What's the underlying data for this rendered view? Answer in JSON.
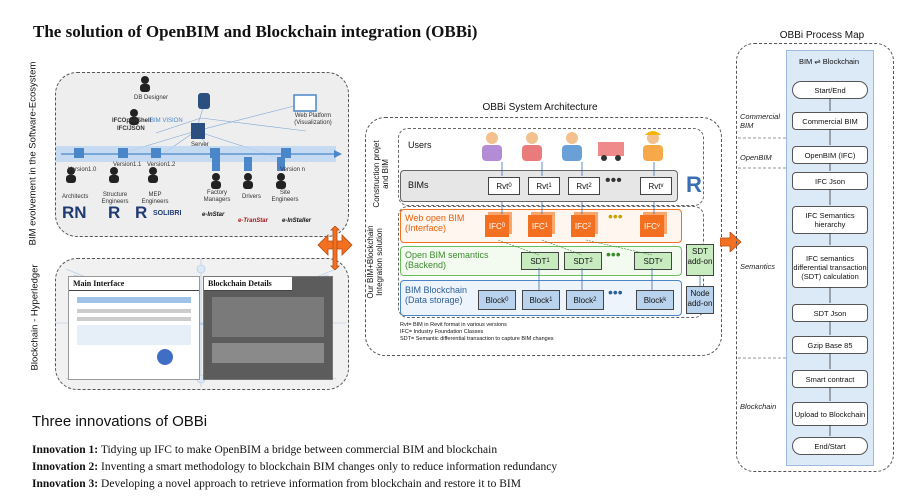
{
  "title": "The solution of  OpenBIM and Blockchain integration (OBBi)",
  "left_panel": {
    "bim_label": "BIM evolvement in the Software-Ecosystem",
    "blockchain_label": "Blockchain - Hyperledger",
    "roles": {
      "db_designer": "DB Designer",
      "ifc_openshell": "IFCOpenShell",
      "ifc_json": "IFC/JSON",
      "bim_vision": "BIM VISION",
      "web_platform": "Web Platform (Visualization)",
      "server": "Server",
      "architects": "Architects",
      "structure_engineers": "Structure Engineers",
      "mep_engineers": "MEP Engineers",
      "factory_managers": "Factory Managers",
      "drivers": "Drivers",
      "site_engineers": "Site Engineers"
    },
    "versions": [
      "Version1.0",
      "Version1.1",
      "Version1.2",
      "Version n"
    ],
    "logos": [
      "RN",
      "R",
      "R",
      "SOLIBRI",
      "e-InStar",
      "e-TranStar",
      "e-InStaller"
    ],
    "main_interface": "Main Interface",
    "blockchain_details": "Blockchain Details"
  },
  "architecture": {
    "title": "OBBi System Architecture",
    "group_top": "Construction projet and BIM",
    "group_bottom": "Our BIM+Blockchain Integration solution",
    "users": "Users",
    "bims": "BIMs",
    "web_open_bim": "Web open BIM (Interface)",
    "open_bim_semantics": "Open BIM semantics (Backend)",
    "bim_blockchain": "BIM Blockchain (Data storage)",
    "rvt": [
      "Rvt",
      "Rvt",
      "Rvt",
      "Rvt"
    ],
    "rvt_sub": [
      "0",
      "1",
      "2",
      "v"
    ],
    "ifc": [
      "IFC",
      "IFC",
      "IFC",
      "IFC"
    ],
    "ifc_sub": [
      "0",
      "1",
      "2",
      "v"
    ],
    "sdt": [
      "SDT",
      "SDT",
      "SDT"
    ],
    "sdt_sub": [
      "1",
      "2",
      "v"
    ],
    "blocks": [
      "Block",
      "Block",
      "Block",
      "Block"
    ],
    "block_sub": [
      "0",
      "1",
      "2",
      "k"
    ],
    "sdt_addon": "SDT add-on",
    "node_addon": "Node add-on",
    "notes": [
      "Rvt= BIM in Revit format in various versions",
      "IFC= Industry Foundation Classes",
      "SDT= Semantic differential transaction to capture BIM changes"
    ]
  },
  "process_map": {
    "title": "OBBi Process Map",
    "header": "BIM ⇌ Blockchain",
    "categories": [
      "Commercial BIM",
      "OpenBIM",
      "Semantics",
      "Blockchain"
    ],
    "steps": [
      "Start/End",
      "Commercial BIM",
      "OpenBIM (IFC)",
      "IFC Json",
      "IFC Semantics hierarchy",
      "IFC semantics differential transaction (SDT) calculation",
      "SDT Json",
      "Gzip Base 85",
      "Smart contract",
      "Upload to Blockchain",
      "End/Start"
    ]
  },
  "innovations": {
    "heading": "Three innovations of OBBi",
    "items": [
      {
        "label": "Innovation 1:",
        "text": " Tidying up IFC to make OpenBIM a bridge between commercial BIM and blockchain"
      },
      {
        "label": "Innovation 2:",
        "text": " Inventing a smart methodology to blockchain BIM changes only to reduce information redundancy"
      },
      {
        "label": "Innovation 3:",
        "text": " Developing a novel approach to retrieve information from blockchain and restore it to BIM"
      }
    ]
  },
  "colors": {
    "orange": "#f37021",
    "green_box": "#c8ecc0",
    "blue_box": "#b9d3ee",
    "panel_gray": "#eeeeee",
    "process_blue": "#dce9f7"
  }
}
